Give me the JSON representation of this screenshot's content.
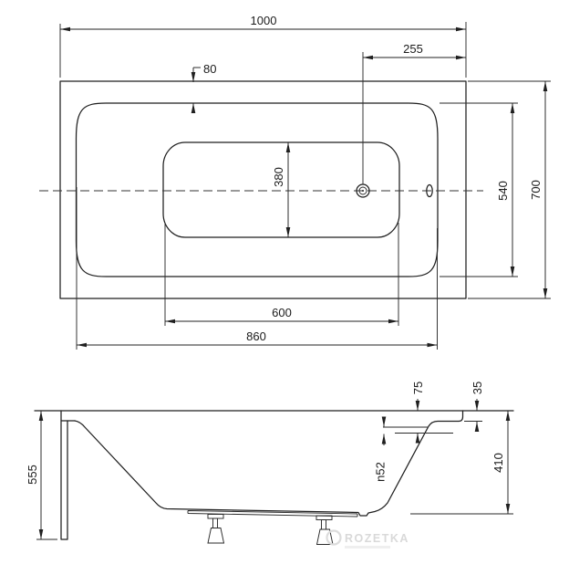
{
  "top_view": {
    "length_overall": "1000",
    "drain_offset": "255",
    "rim_inset": "80",
    "inner_width": "380",
    "rim_width": "540",
    "width_overall": "700",
    "inner_length": "600",
    "rim_length": "860"
  },
  "side_view": {
    "height_total": "555",
    "overflow_offset": "75",
    "rim_thickness": "35",
    "overflow_diameter": "n52",
    "depth_right": "410"
  },
  "watermark": {
    "brand": "ROZETKA"
  }
}
